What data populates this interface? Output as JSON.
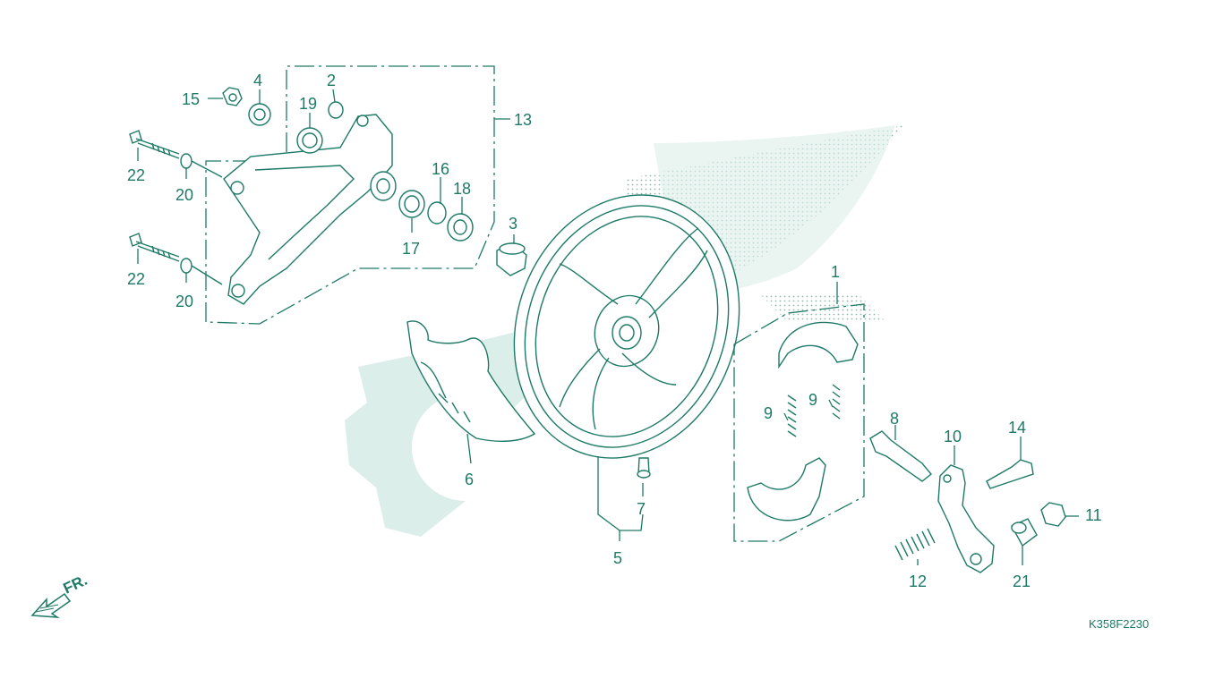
{
  "diagram_code": "K358F2230",
  "direction_label": "FR.",
  "callouts": [
    {
      "id": "c1",
      "text": "1"
    },
    {
      "id": "c2",
      "text": "2"
    },
    {
      "id": "c3",
      "text": "3"
    },
    {
      "id": "c4",
      "text": "4"
    },
    {
      "id": "c5",
      "text": "5"
    },
    {
      "id": "c6",
      "text": "6"
    },
    {
      "id": "c7",
      "text": "7"
    },
    {
      "id": "c8",
      "text": "8"
    },
    {
      "id": "c9a",
      "text": "9"
    },
    {
      "id": "c9b",
      "text": "9"
    },
    {
      "id": "c10",
      "text": "10"
    },
    {
      "id": "c11",
      "text": "11"
    },
    {
      "id": "c12",
      "text": "12"
    },
    {
      "id": "c13",
      "text": "13"
    },
    {
      "id": "c14",
      "text": "14"
    },
    {
      "id": "c15",
      "text": "15"
    },
    {
      "id": "c16",
      "text": "16"
    },
    {
      "id": "c17",
      "text": "17"
    },
    {
      "id": "c18",
      "text": "18"
    },
    {
      "id": "c19",
      "text": "19"
    },
    {
      "id": "c20a",
      "text": "20"
    },
    {
      "id": "c20b",
      "text": "20"
    },
    {
      "id": "c21",
      "text": "21"
    },
    {
      "id": "c22a",
      "text": "22"
    },
    {
      "id": "c22b",
      "text": "22"
    }
  ],
  "colors": {
    "line": "#1d7a66",
    "watermark": "#dceee9",
    "background": "#ffffff"
  }
}
